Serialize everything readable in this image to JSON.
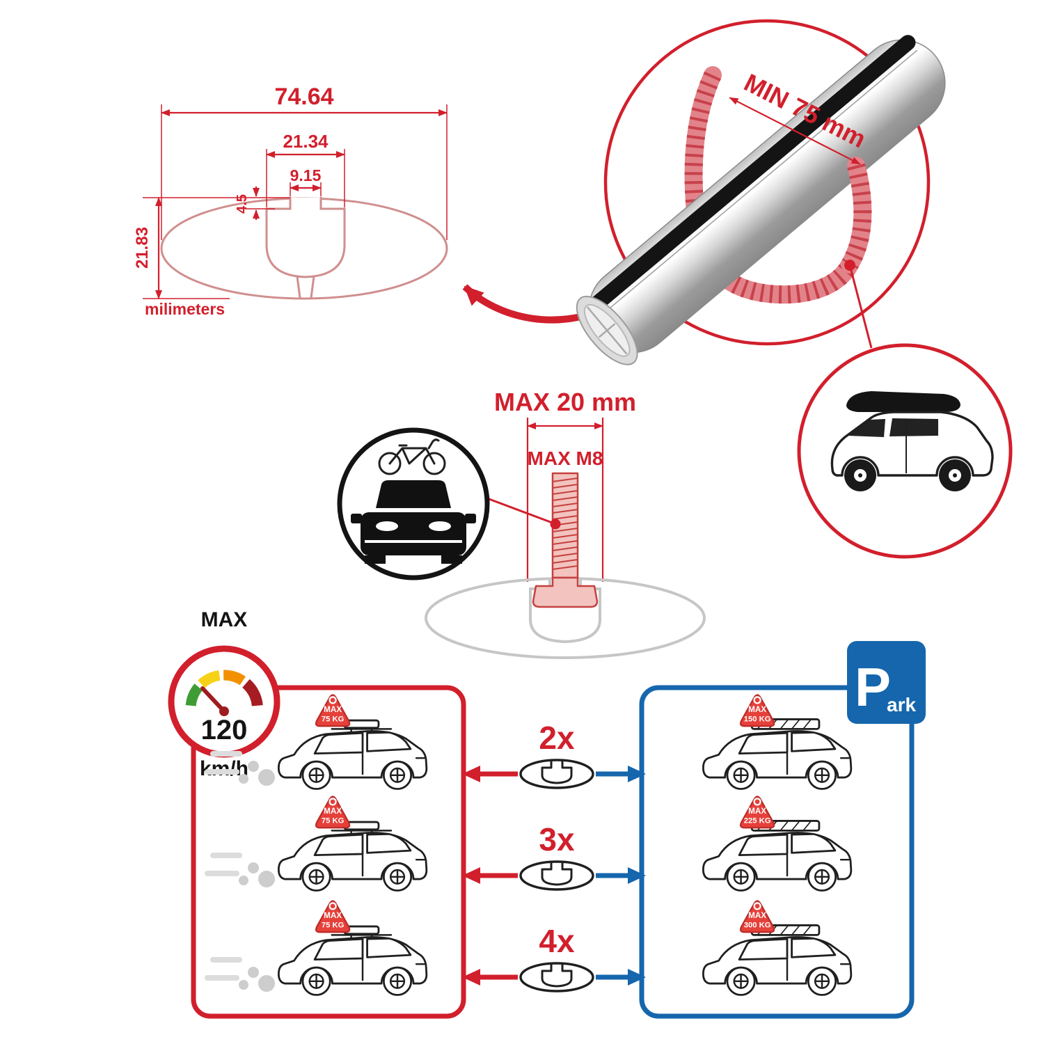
{
  "colors": {
    "red": "#d21f2c",
    "blue": "#1566ad",
    "profile_rose": "#d08e8e",
    "gray": "#c6c6c6"
  },
  "tech_drawing": {
    "total_width": "74.64",
    "outer_slot_width": "21.34",
    "inner_slot_width": "9.15",
    "lip_depth": "4.5",
    "total_height": "21.83",
    "units": "milimeters"
  },
  "bar_detail": {
    "min_label": "MIN 75 mm"
  },
  "bolt": {
    "max_length": "MAX 20 mm",
    "max_thread": "MAX M8"
  },
  "speed": {
    "max": "MAX",
    "value": "120",
    "unit": "km/h"
  },
  "park": {
    "p": "P",
    "ark": "ark"
  },
  "rows": [
    {
      "count": "2x",
      "move": {
        "l1": "MAX",
        "l2": "75 KG"
      },
      "park": {
        "l1": "MAX",
        "l2": "150 KG"
      }
    },
    {
      "count": "3x",
      "move": {
        "l1": "MAX",
        "l2": "75 KG"
      },
      "park": {
        "l1": "MAX",
        "l2": "225 KG"
      }
    },
    {
      "count": "4x",
      "move": {
        "l1": "MAX",
        "l2": "75 KG"
      },
      "park": {
        "l1": "MAX",
        "l2": "300 KG"
      }
    }
  ]
}
